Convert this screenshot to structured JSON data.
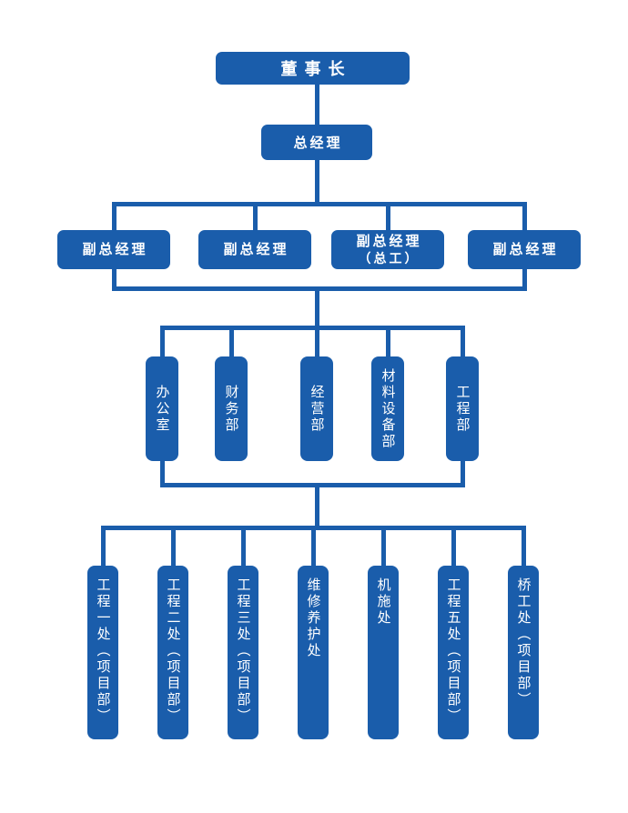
{
  "colors": {
    "accent": "#1a5dab",
    "line": "#1a5dab",
    "box_text": "#ffffff",
    "background": "#ffffff"
  },
  "chart_data": {
    "type": "org-chart",
    "levels": 5
  },
  "org": {
    "level1": {
      "label": "董事长"
    },
    "level2": {
      "label": "总经理"
    },
    "level3": [
      {
        "line1": "副总经理",
        "line2": ""
      },
      {
        "line1": "副总经理",
        "line2": ""
      },
      {
        "line1": "副总经理",
        "line2": "（总工）"
      },
      {
        "line1": "副总经理",
        "line2": ""
      }
    ],
    "level4": [
      {
        "label": "办公室"
      },
      {
        "label": "财务部"
      },
      {
        "label": "经营部"
      },
      {
        "label": "材料设备部"
      },
      {
        "label": "工程部"
      }
    ],
    "level5": [
      {
        "label": "工程一处（项目部）"
      },
      {
        "label": "工程二处（项目部）"
      },
      {
        "label": "工程三处（项目部）"
      },
      {
        "label": "维修养护处"
      },
      {
        "label": "机施处"
      },
      {
        "label": "工程五处（项目部）"
      },
      {
        "label": "桥工处（项目部）"
      }
    ]
  }
}
